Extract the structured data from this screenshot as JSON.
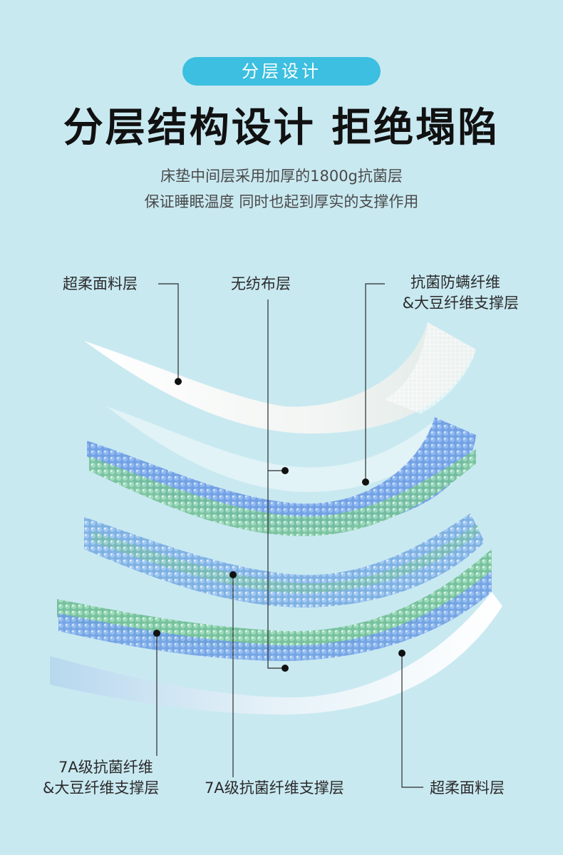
{
  "badge": "分层设计",
  "headline": "分层结构设计 拒绝塌陷",
  "subtitle_lines": [
    "床垫中间层采用加厚的1800g抗菌层",
    "保证睡眠温度 同时也起到厚实的支撑作用"
  ],
  "labels": {
    "top_left": "超柔面料层",
    "top_center": "无纺布层",
    "top_right_line1": "抗菌防螨纤维",
    "top_right_line2": "&大豆纤维支撑层",
    "bottom_left_line1": "7A级抗菌纤维",
    "bottom_left_line2": "&大豆纤维支撑层",
    "bottom_center": "7A级抗菌纤维支撑层",
    "bottom_right": "超柔面料层"
  },
  "colors": {
    "background": "#c9e9f1",
    "badge": "#3cbfe0",
    "fiber_blue": "#7ba7e6",
    "fiber_green": "#8fd0ae",
    "fabric": "#f4f7f6"
  }
}
